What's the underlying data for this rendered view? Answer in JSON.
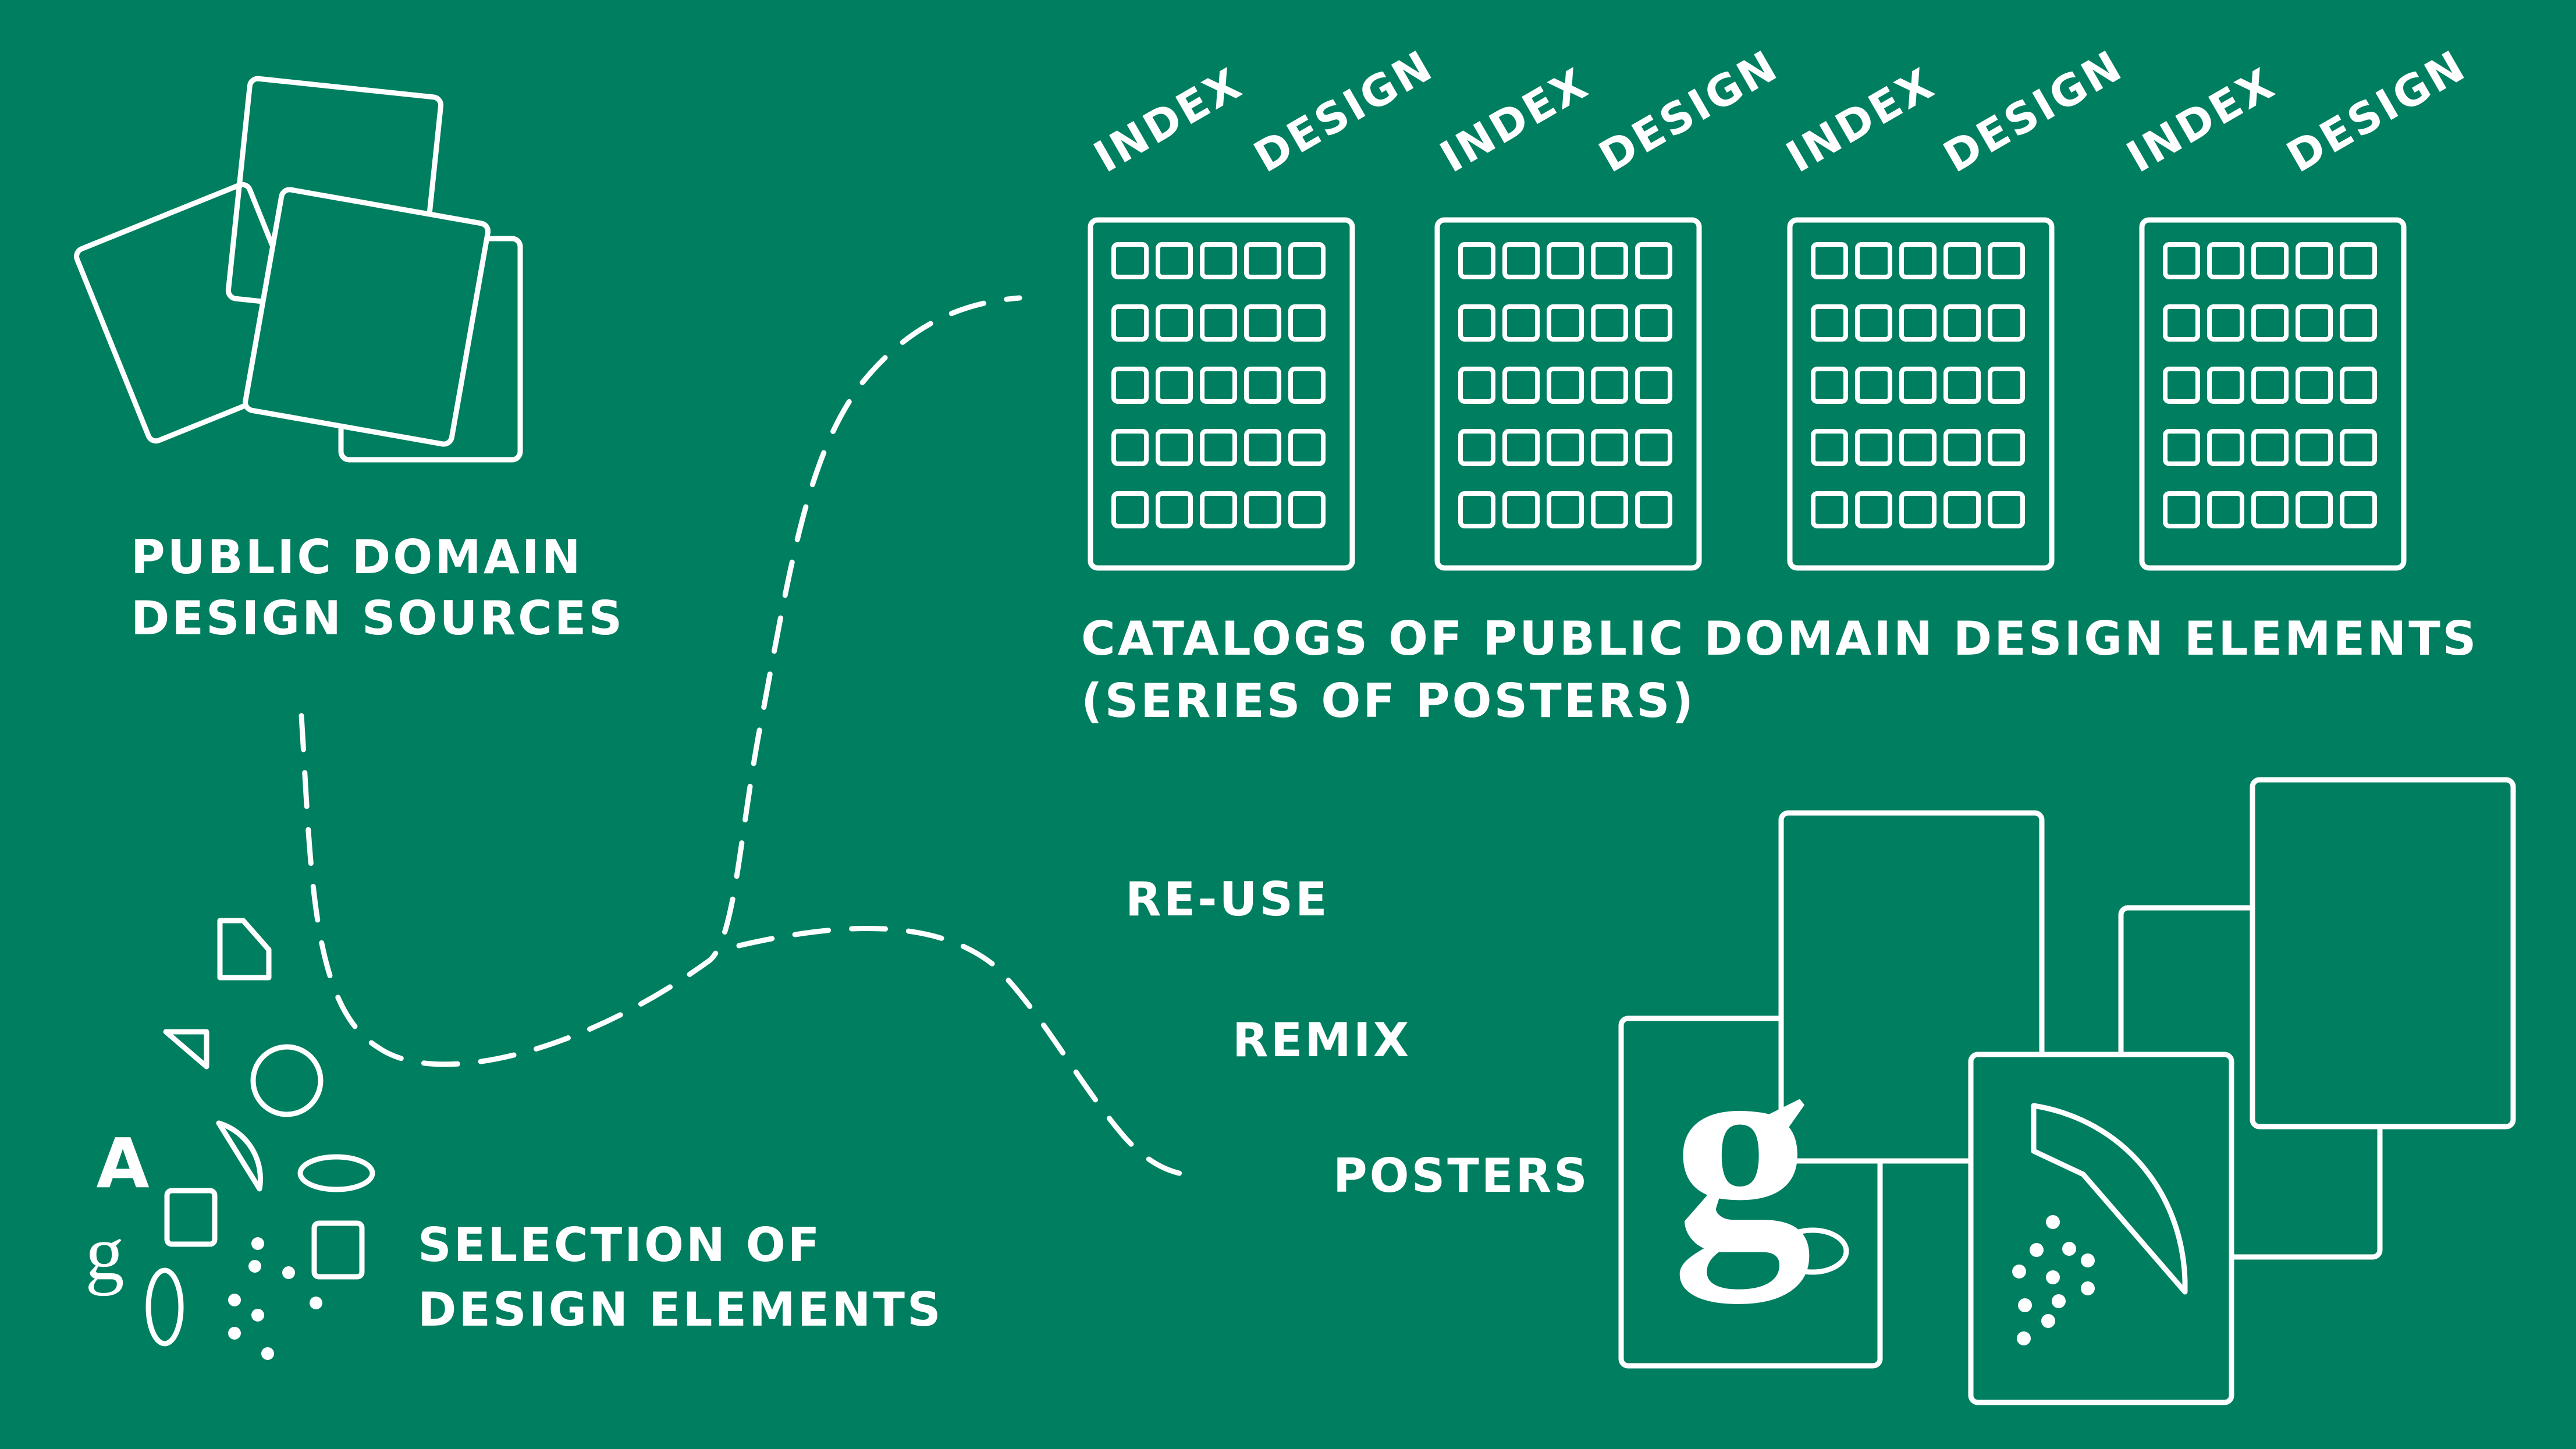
{
  "colors": {
    "background": "#007e60",
    "foreground": "#ffffff"
  },
  "labels": {
    "sources_line1": "PUBLIC DOMAIN",
    "sources_line2": "DESIGN SOURCES",
    "selection_line1": "SELECTION OF",
    "selection_line2": "DESIGN ELEMENTS",
    "catalogs_line1": "CATALOGS OF PUBLIC DOMAIN DESIGN ELEMENTS",
    "catalogs_line2": "(SERIES OF POSTERS)",
    "reuse": "RE-USE",
    "remix": "REMIX",
    "posters": "POSTERS"
  },
  "catalogs": [
    {
      "index_label": "INDEX",
      "design_label": "DESIGN"
    },
    {
      "index_label": "INDEX",
      "design_label": "DESIGN"
    },
    {
      "index_label": "INDEX",
      "design_label": "DESIGN"
    },
    {
      "index_label": "INDEX",
      "design_label": "DESIGN"
    }
  ],
  "glyphs": {
    "letter_a": "A",
    "letter_g_small": "g",
    "letter_g_large": "g"
  },
  "icons": [
    "stacked-sheets-icon",
    "catalog-poster-icon",
    "design-element-shapes",
    "poster-stack-icon",
    "dashed-flow-path"
  ]
}
